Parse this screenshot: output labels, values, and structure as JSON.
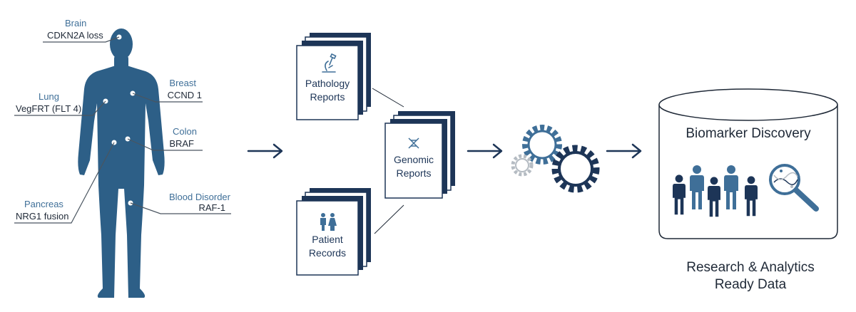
{
  "colors": {
    "navy": "#1d3557",
    "body_blue": "#2d5f87",
    "accent": "#3f6f98",
    "gray": "#b5bcc3"
  },
  "annotations": [
    {
      "organ": "Brain",
      "marker": "CDKN2A loss"
    },
    {
      "organ": "Lung",
      "marker": "VegFRT (FLT 4)"
    },
    {
      "organ": "Breast",
      "marker": "CCND 1"
    },
    {
      "organ": "Colon",
      "marker": "BRAF"
    },
    {
      "organ": "Pancreas",
      "marker": "NRG1 fusion"
    },
    {
      "organ": "Blood Disorder",
      "marker": "RAF-1"
    }
  ],
  "documents": {
    "pathology": {
      "line1": "Pathology",
      "line2": "Reports",
      "icon": "microscope-icon"
    },
    "patient": {
      "line1": "Patient",
      "line2": "Records",
      "icon": "people-icon"
    },
    "genomic": {
      "line1": "Genomic",
      "line2": "Reports",
      "icon": "dna-icon"
    }
  },
  "processing": {
    "icon": "gears-icon"
  },
  "database": {
    "title": "Biomarker Discovery",
    "icons": [
      "people-icon",
      "magnifier-dna-icon"
    ]
  },
  "output": {
    "line1": "Research & Analytics",
    "line2": "Ready Data"
  }
}
